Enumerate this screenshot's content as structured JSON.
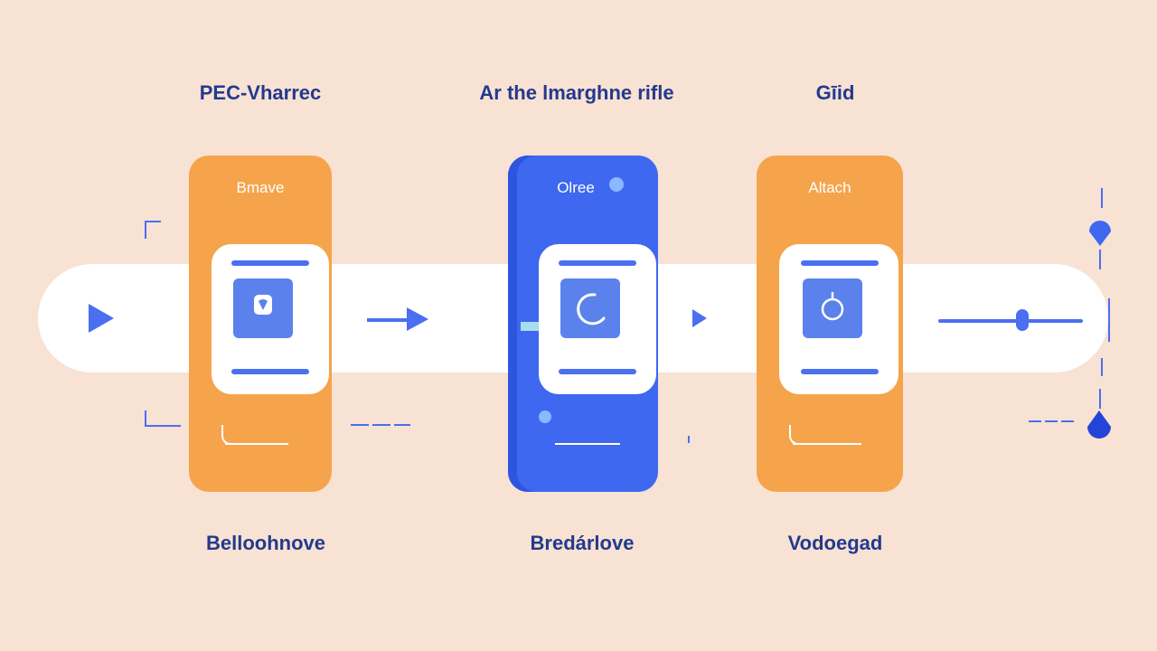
{
  "steps": [
    {
      "top_label": "PEC-Vharrec",
      "card_title": "Bmave",
      "bottom_label": "Belloohnove",
      "icon": "heart-in-box-icon",
      "card_color": "#f5a44c"
    },
    {
      "top_label": "Ar the lmarghne rifle",
      "card_title": "Olree",
      "bottom_label": "Bredárlove",
      "icon": "crescent-icon",
      "card_color": "#3e68f0"
    },
    {
      "top_label": "Gīid",
      "card_title": "Altach",
      "bottom_label": "Vodoegad",
      "icon": "power-ring-icon",
      "card_color": "#f5a44c"
    }
  ],
  "colors": {
    "background": "#f8e2d4",
    "track": "#ffffff",
    "accent": "#4a6ff0",
    "text": "#233a8c"
  }
}
